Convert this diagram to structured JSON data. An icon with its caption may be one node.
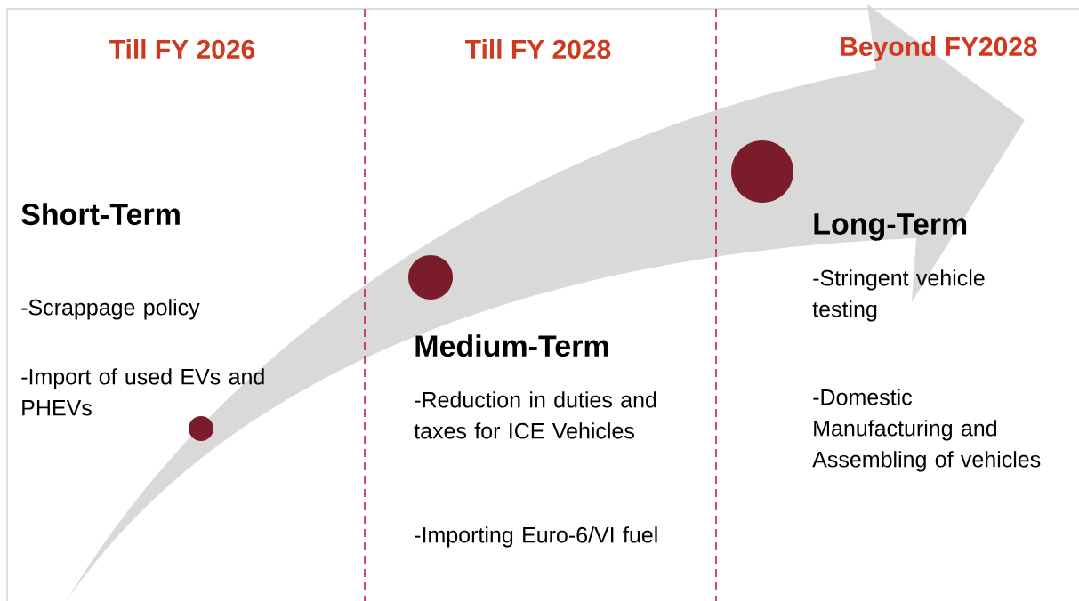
{
  "diagram": {
    "nodes": [
      {
        "text": [],
        "shape": "circle"
      },
      {
        "text": [],
        "shape": "circle"
      },
      {
        "text": [],
        "shape": "circle"
      }
    ],
    "labels": [
      "Till FY 2026",
      "Till FY 2028",
      "Beyond FY2028",
      "Short-Term",
      "-Scrappage policy",
      "-Import of used EVs and PHEVs",
      "Medium-Term",
      "-Reduction in duties and taxes for ICE Vehicles",
      "-Importing Euro-6/VI fuel",
      "Long-Term",
      "-Stringent vehicle testing",
      "-Domestic Manufacturing and Assembling of vehicles"
    ]
  }
}
